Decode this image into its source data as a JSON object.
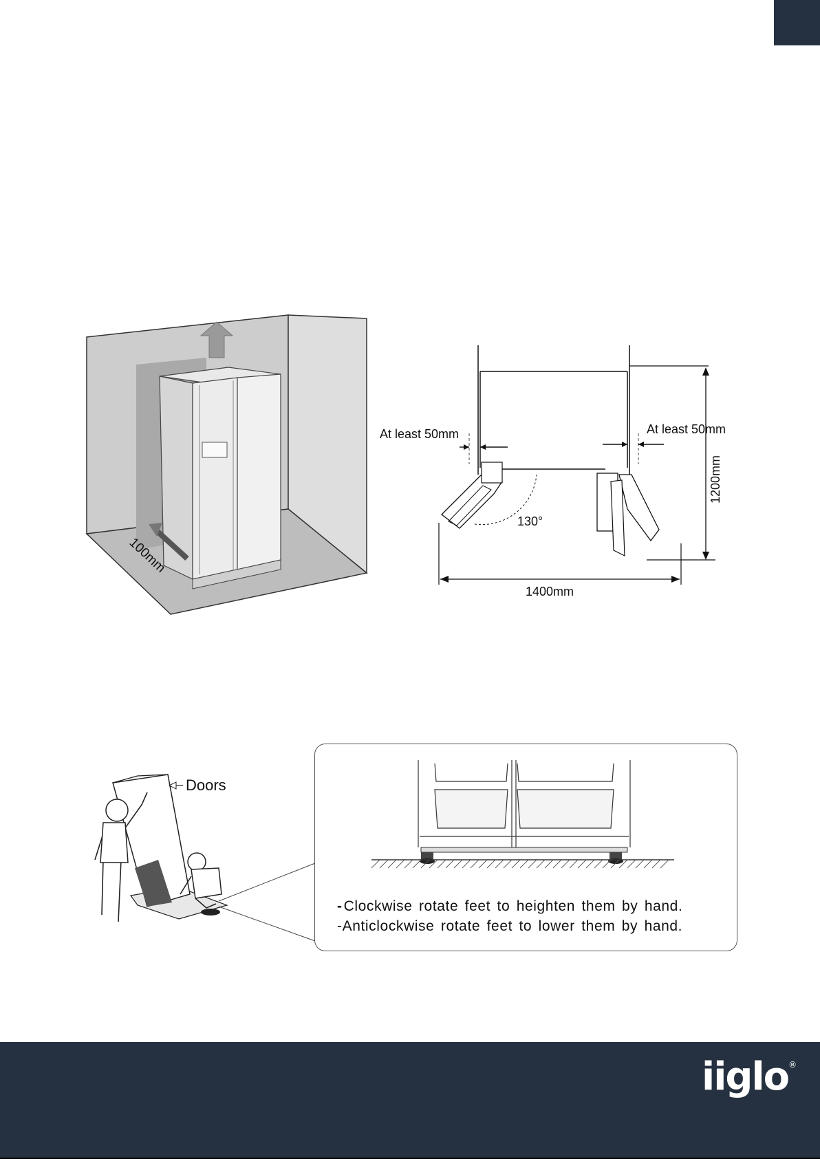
{
  "room_figure": {
    "depth_label": "100mm"
  },
  "clearance_figure": {
    "left_gap_label": "At least 50mm",
    "right_gap_label": "At least 50mm",
    "angle_label": "130°",
    "height_label": "1200mm",
    "width_label": "1400mm"
  },
  "moving_figure": {
    "doors_label": "Doors"
  },
  "feet_instructions": {
    "bullet": "-",
    "line1": "Clockwise rotate feet to heighten them by hand.",
    "line2": "Anticlockwise rotate feet to lower them by hand."
  },
  "brand": {
    "logo_text": "iiglo",
    "registered_mark": "®"
  },
  "colors": {
    "navy": "#253140",
    "wall": "#cfcfcf",
    "floor": "#bcbcbc"
  }
}
